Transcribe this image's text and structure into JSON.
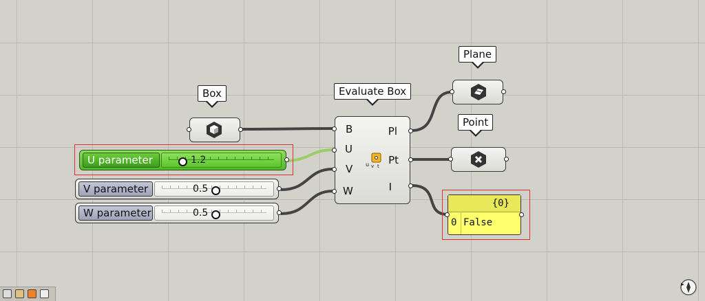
{
  "callouts": {
    "box": "Box",
    "evaluate_box": "Evaluate Box",
    "plane": "Plane",
    "point": "Point"
  },
  "sliders": [
    {
      "name": "U parameter",
      "value": "1.2",
      "highlighted": true
    },
    {
      "name": "V parameter",
      "value": "0.5"
    },
    {
      "name": "W parameter",
      "value": "0.5"
    }
  ],
  "evaluate_box": {
    "inputs": [
      "B",
      "U",
      "V",
      "W"
    ],
    "outputs": [
      "Pl",
      "Pt",
      "I"
    ]
  },
  "panel": {
    "path": "{0}",
    "index": "0",
    "value": "False"
  },
  "colors": {
    "canvas": "#d3d2ca",
    "highlight": "#e03030",
    "slider_green": "#52b82a",
    "panel_yellow": "#ffff6e"
  },
  "icons": [
    "box-icon",
    "evaluate-box-icon",
    "plane-icon",
    "point-icon",
    "compass-icon"
  ]
}
